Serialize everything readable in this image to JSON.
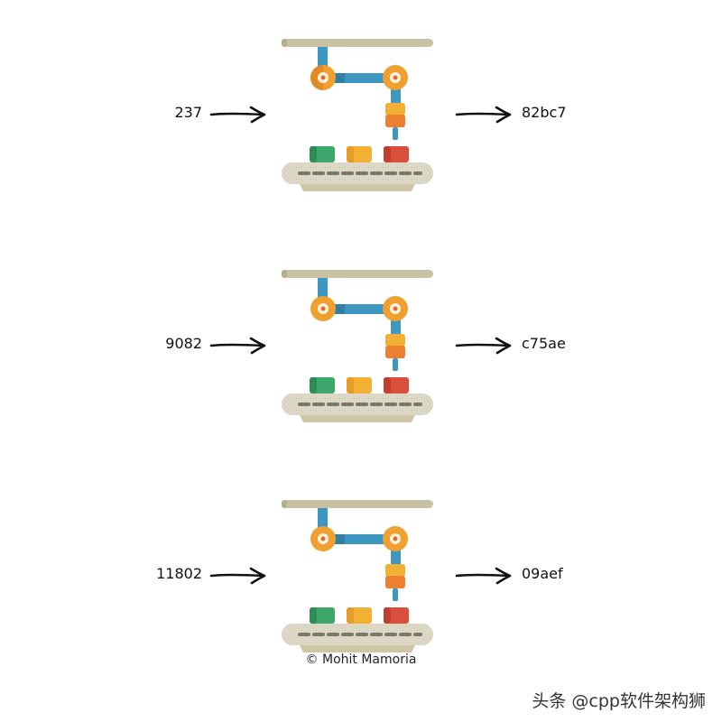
{
  "rows": [
    {
      "input": "237",
      "output": "82bc7"
    },
    {
      "input": "9082",
      "output": "c75ae"
    },
    {
      "input": "11802",
      "output": "09aef"
    }
  ],
  "credit": "© Mohit Mamoria",
  "watermark": "头条 @cpp软件架构狮",
  "colors": {
    "rail": "#c8c1a4",
    "arm": "#3e97c1",
    "joint": "#f0a030",
    "gripper": "#ec7f30",
    "block_green": "#3ea86a",
    "block_yellow": "#f2b035",
    "block_red": "#d94f3c",
    "belt": "#dcd7c4",
    "belt_dash": "#7a7868"
  },
  "icons": {
    "arrow": "right-arrow-icon",
    "machine": "robotic-arm-conveyor-icon"
  }
}
